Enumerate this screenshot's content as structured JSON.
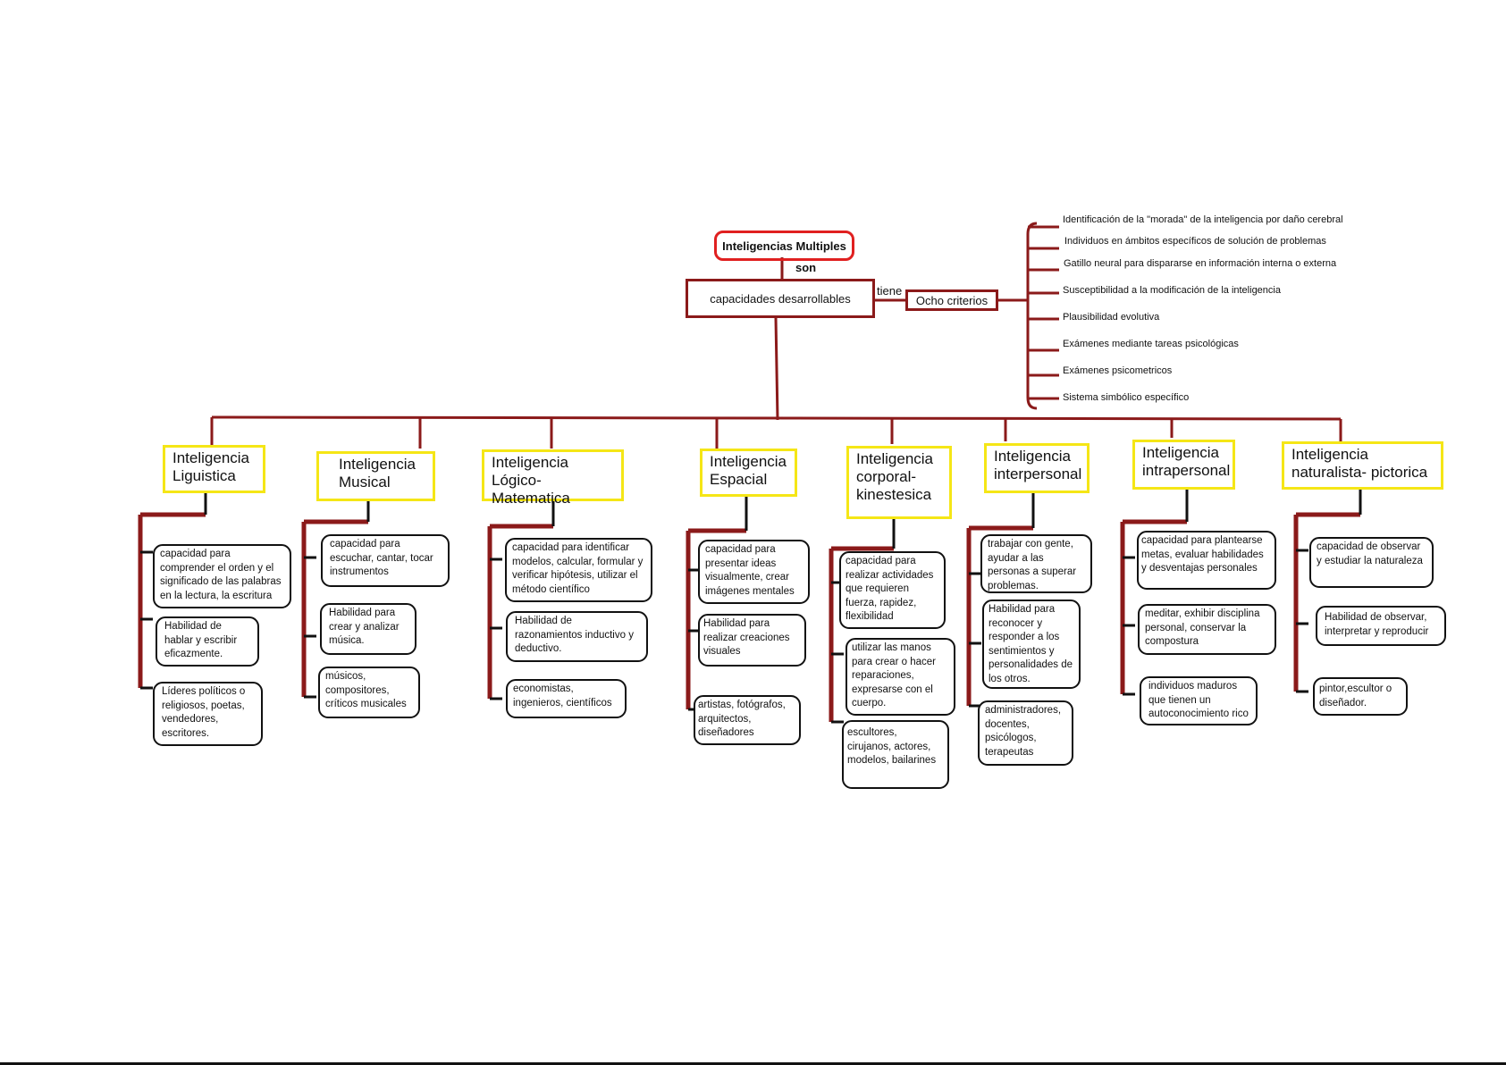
{
  "root": {
    "title": "Inteligencias Multiples",
    "link_son": "son",
    "definition": "capacidades desarrollables",
    "link_tiene": "tiene",
    "criteria_title": "Ocho criterios",
    "criteria": [
      "Identificación de la \"morada\" de la inteligencia por daño cerebral",
      "Individuos en ámbitos específicos de solución de problemas",
      "Gatillo neural para dispararse en información interna o externa",
      "Susceptibilidad a la modificación de la inteligencia",
      "Plausibilidad evolutiva",
      "Exámenes mediante tareas psicológicas",
      "Exámenes psicometricos",
      "Sistema simbólico específico"
    ]
  },
  "colors": {
    "connector": "#8b1a1a",
    "root_border": "#e02020",
    "category_border": "#f5e616",
    "card_border": "#111111"
  },
  "intelligences": [
    {
      "title": [
        "Inteligencia",
        "Liguistica"
      ],
      "items": [
        "capacidad para comprender el orden y el significado de las palabras en la lectura, la escritura",
        "Habilidad de hablar y escribir eficazmente.",
        "Líderes políticos o religiosos, poetas, vendedores, escritores."
      ]
    },
    {
      "title": [
        "Inteligencia",
        "Musical"
      ],
      "items": [
        "capacidad para escuchar, cantar, tocar instrumentos",
        "Habilidad para crear y analizar música.",
        "músicos, compositores, críticos musicales"
      ]
    },
    {
      "title": [
        "Inteligencia",
        "Lógico-Matematica"
      ],
      "items": [
        "capacidad para identificar modelos, calcular, formular y verificar hipótesis, utilizar el método científico",
        "Habilidad de razonamientos inductivo y deductivo.",
        "economistas, ingenieros, científicos"
      ]
    },
    {
      "title": [
        "Inteligencia",
        "Espacial"
      ],
      "items": [
        "capacidad para presentar ideas visualmente, crear imágenes mentales",
        "Habilidad para realizar creaciones visuales",
        "artistas, fotógrafos, arquitectos, diseñadores"
      ]
    },
    {
      "title": [
        "Inteligencia",
        "corporal-",
        "kinestesica"
      ],
      "items": [
        "capacidad para realizar actividades que requieren fuerza, rapidez, flexibilidad",
        "utilizar las manos para crear o hacer reparaciones, expresarse con el cuerpo.",
        "escultores, cirujanos, actores, modelos, bailarines"
      ]
    },
    {
      "title": [
        "Inteligencia",
        "interpersonal"
      ],
      "items": [
        "trabajar con gente, ayudar a las personas a superar problemas.",
        "Habilidad para reconocer y responder a los sentimientos y personalidades de los otros.",
        "administradores, docentes, psicólogos, terapeutas"
      ]
    },
    {
      "title": [
        "Inteligencia",
        "intrapersonal"
      ],
      "items": [
        "capacidad para plantearse metas, evaluar habilidades y desventajas personales",
        "meditar, exhibir disciplina personal, conservar la compostura",
        "individuos maduros que tienen un autoconocimiento rico"
      ]
    },
    {
      "title": [
        "Inteligencia",
        "naturalista- pictorica"
      ],
      "items": [
        "capacidad de observar y estudiar la naturaleza",
        "Habilidad de observar, interpretar y reproducir",
        "pintor,escultor o diseñador."
      ]
    }
  ]
}
